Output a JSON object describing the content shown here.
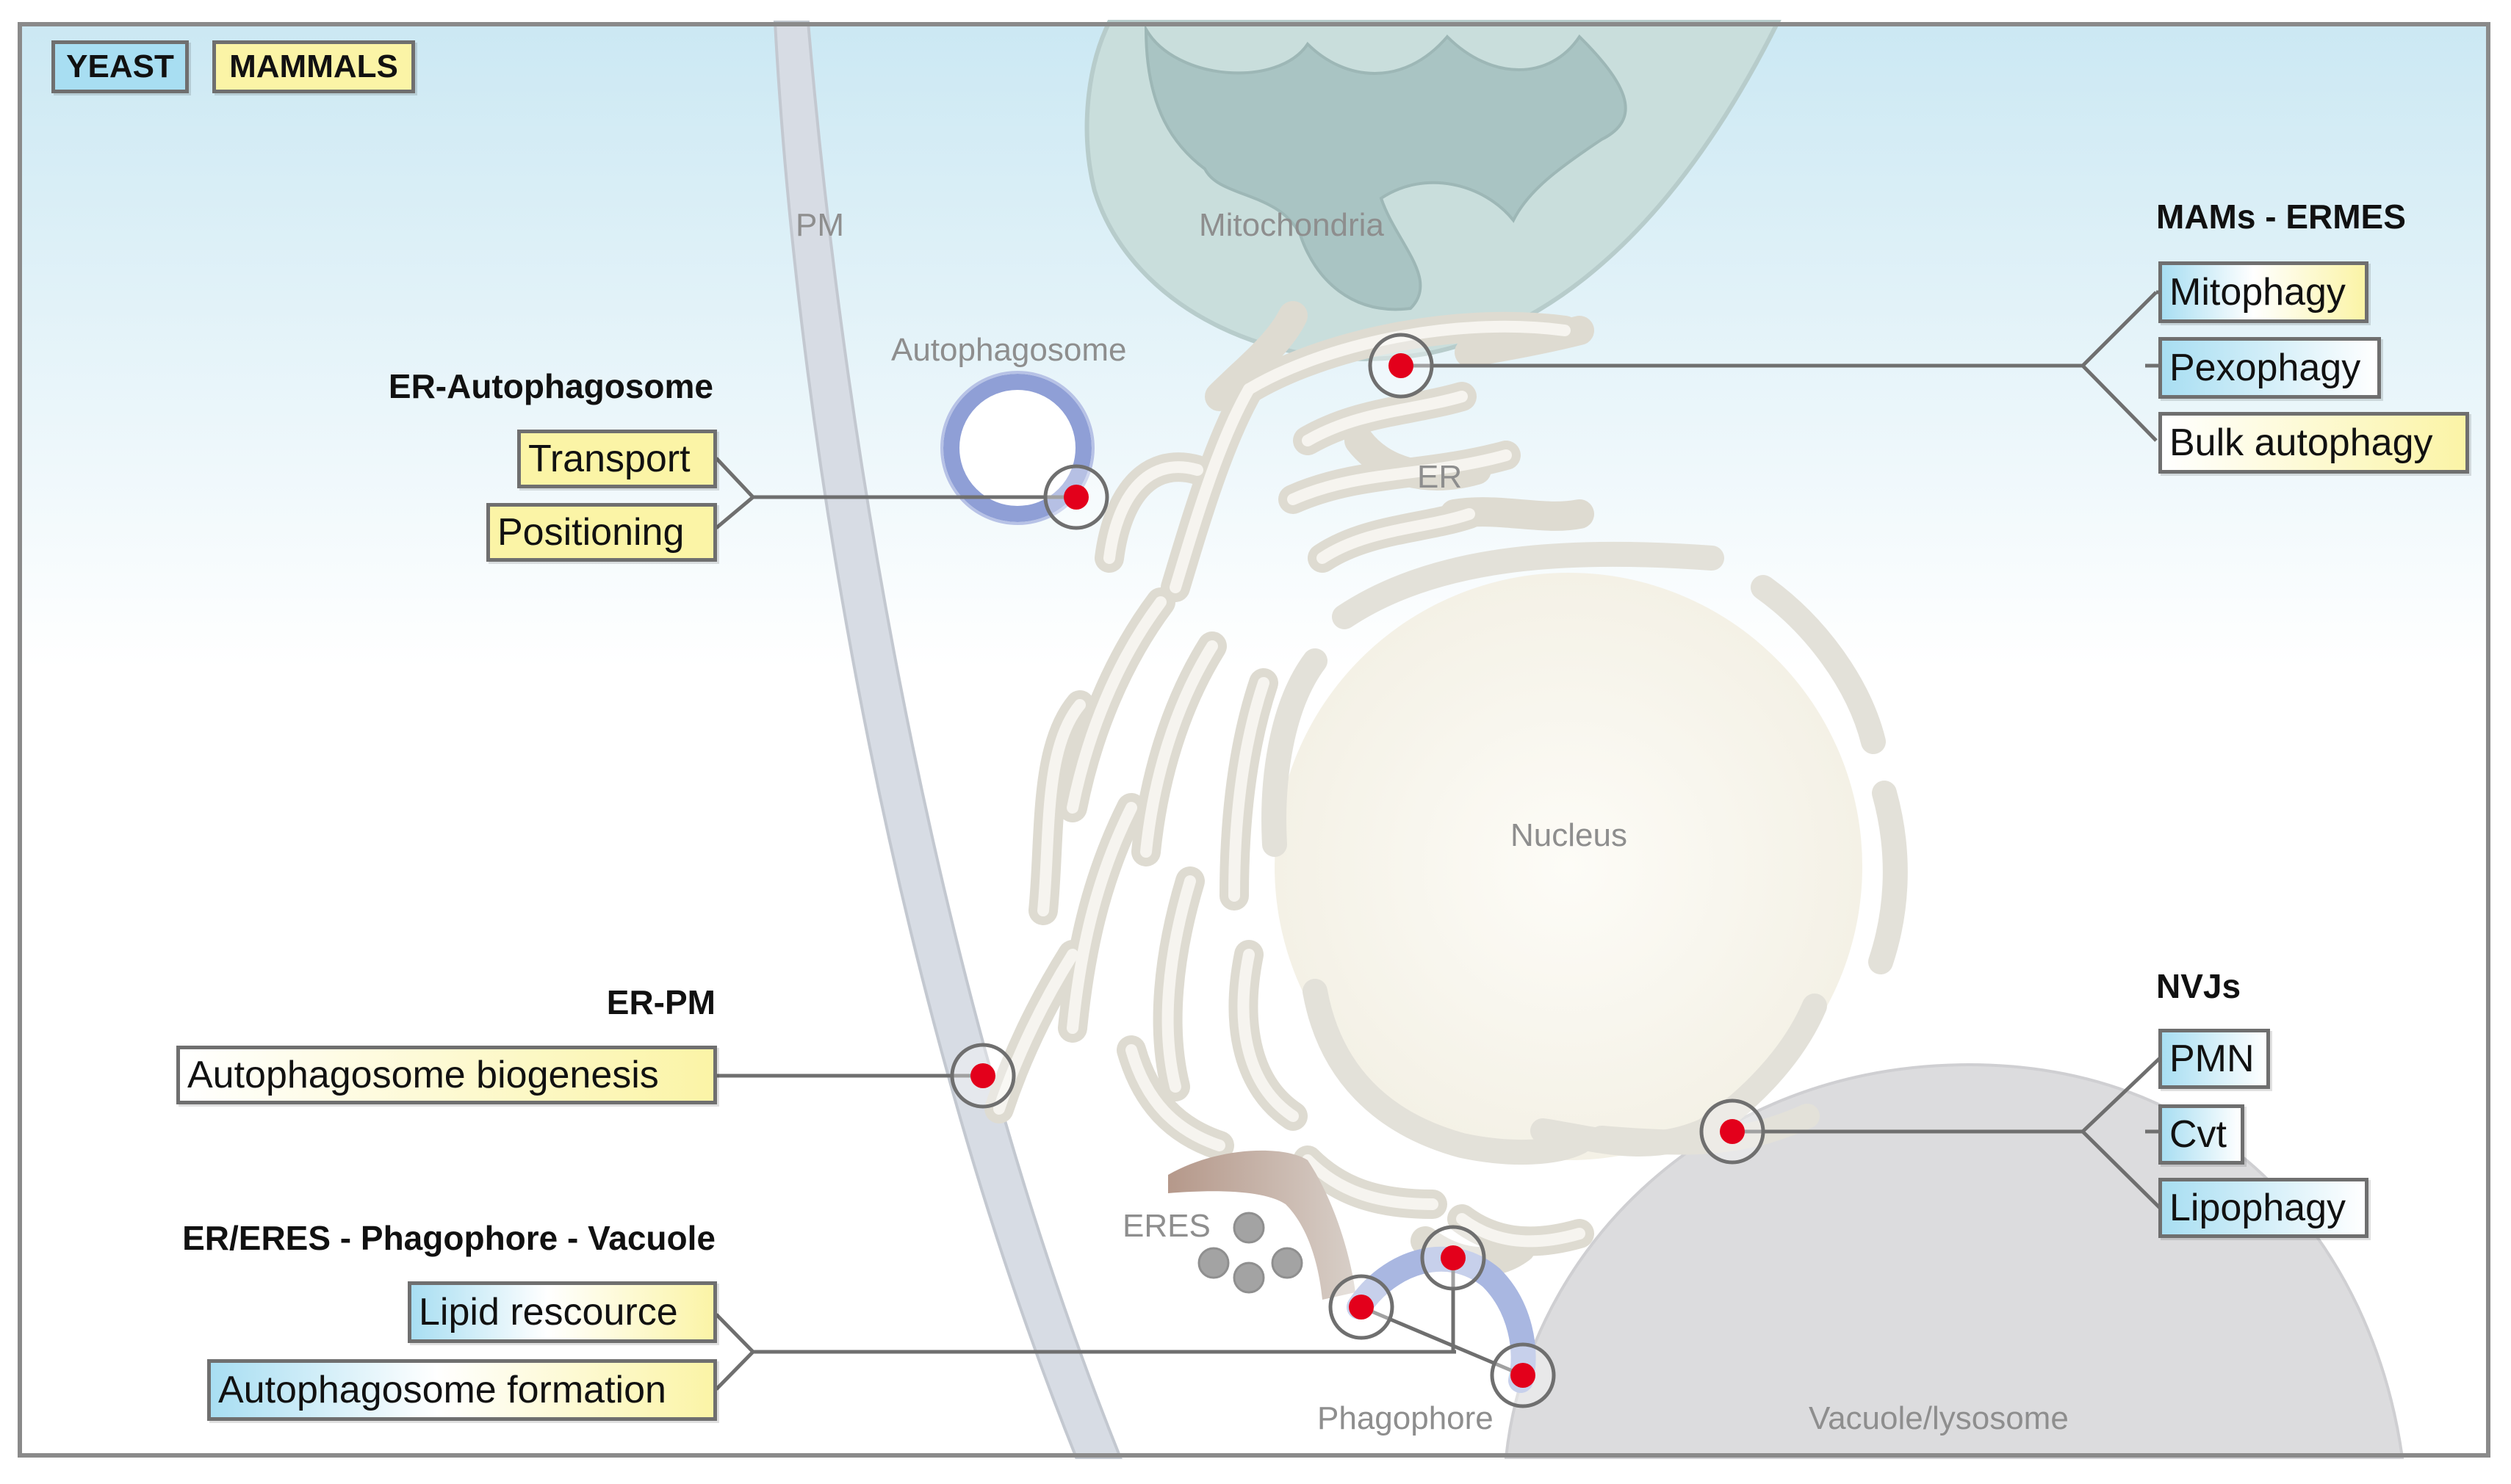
{
  "legend": {
    "yeast": "YEAST",
    "mammals": "MAMMALS"
  },
  "organelles": {
    "pm": "PM",
    "mitochondria": "Mitochondria",
    "autophagosome": "Autophagosome",
    "er": "ER",
    "nucleus": "Nucleus",
    "eres": "ERES",
    "phagophore": "Phagophore",
    "vacuole": "Vacuole/lysosome"
  },
  "contact_sites": {
    "er_autophagosome": {
      "title": "ER-Autophagosome",
      "functions": [
        "Transport",
        "Positioning"
      ]
    },
    "mams_ermes": {
      "title": "MAMs - ERMES",
      "functions": [
        "Mitophagy",
        "Pexophagy",
        "Bulk autophagy"
      ]
    },
    "er_pm": {
      "title": "ER-PM",
      "functions": [
        "Autophagosome biogenesis"
      ]
    },
    "nvjs": {
      "title": "NVJs",
      "functions": [
        "PMN",
        "Cvt",
        "Lipophagy"
      ]
    },
    "er_eres_phagophore_vacuole": {
      "title": "ER/ERES - Phagophore - Vacuole",
      "functions": [
        "Lipid rescource",
        "Autophagosome formation"
      ]
    }
  },
  "colors": {
    "yeast": "#a8def2",
    "mammals": "#fbf4a6",
    "contact_dot": "#e3001b",
    "er": "#e6e4dc",
    "mitochondria": "#c9dedc",
    "autophagosome_membrane": "#9fb0dc",
    "vacuole": "#dcdcde"
  }
}
